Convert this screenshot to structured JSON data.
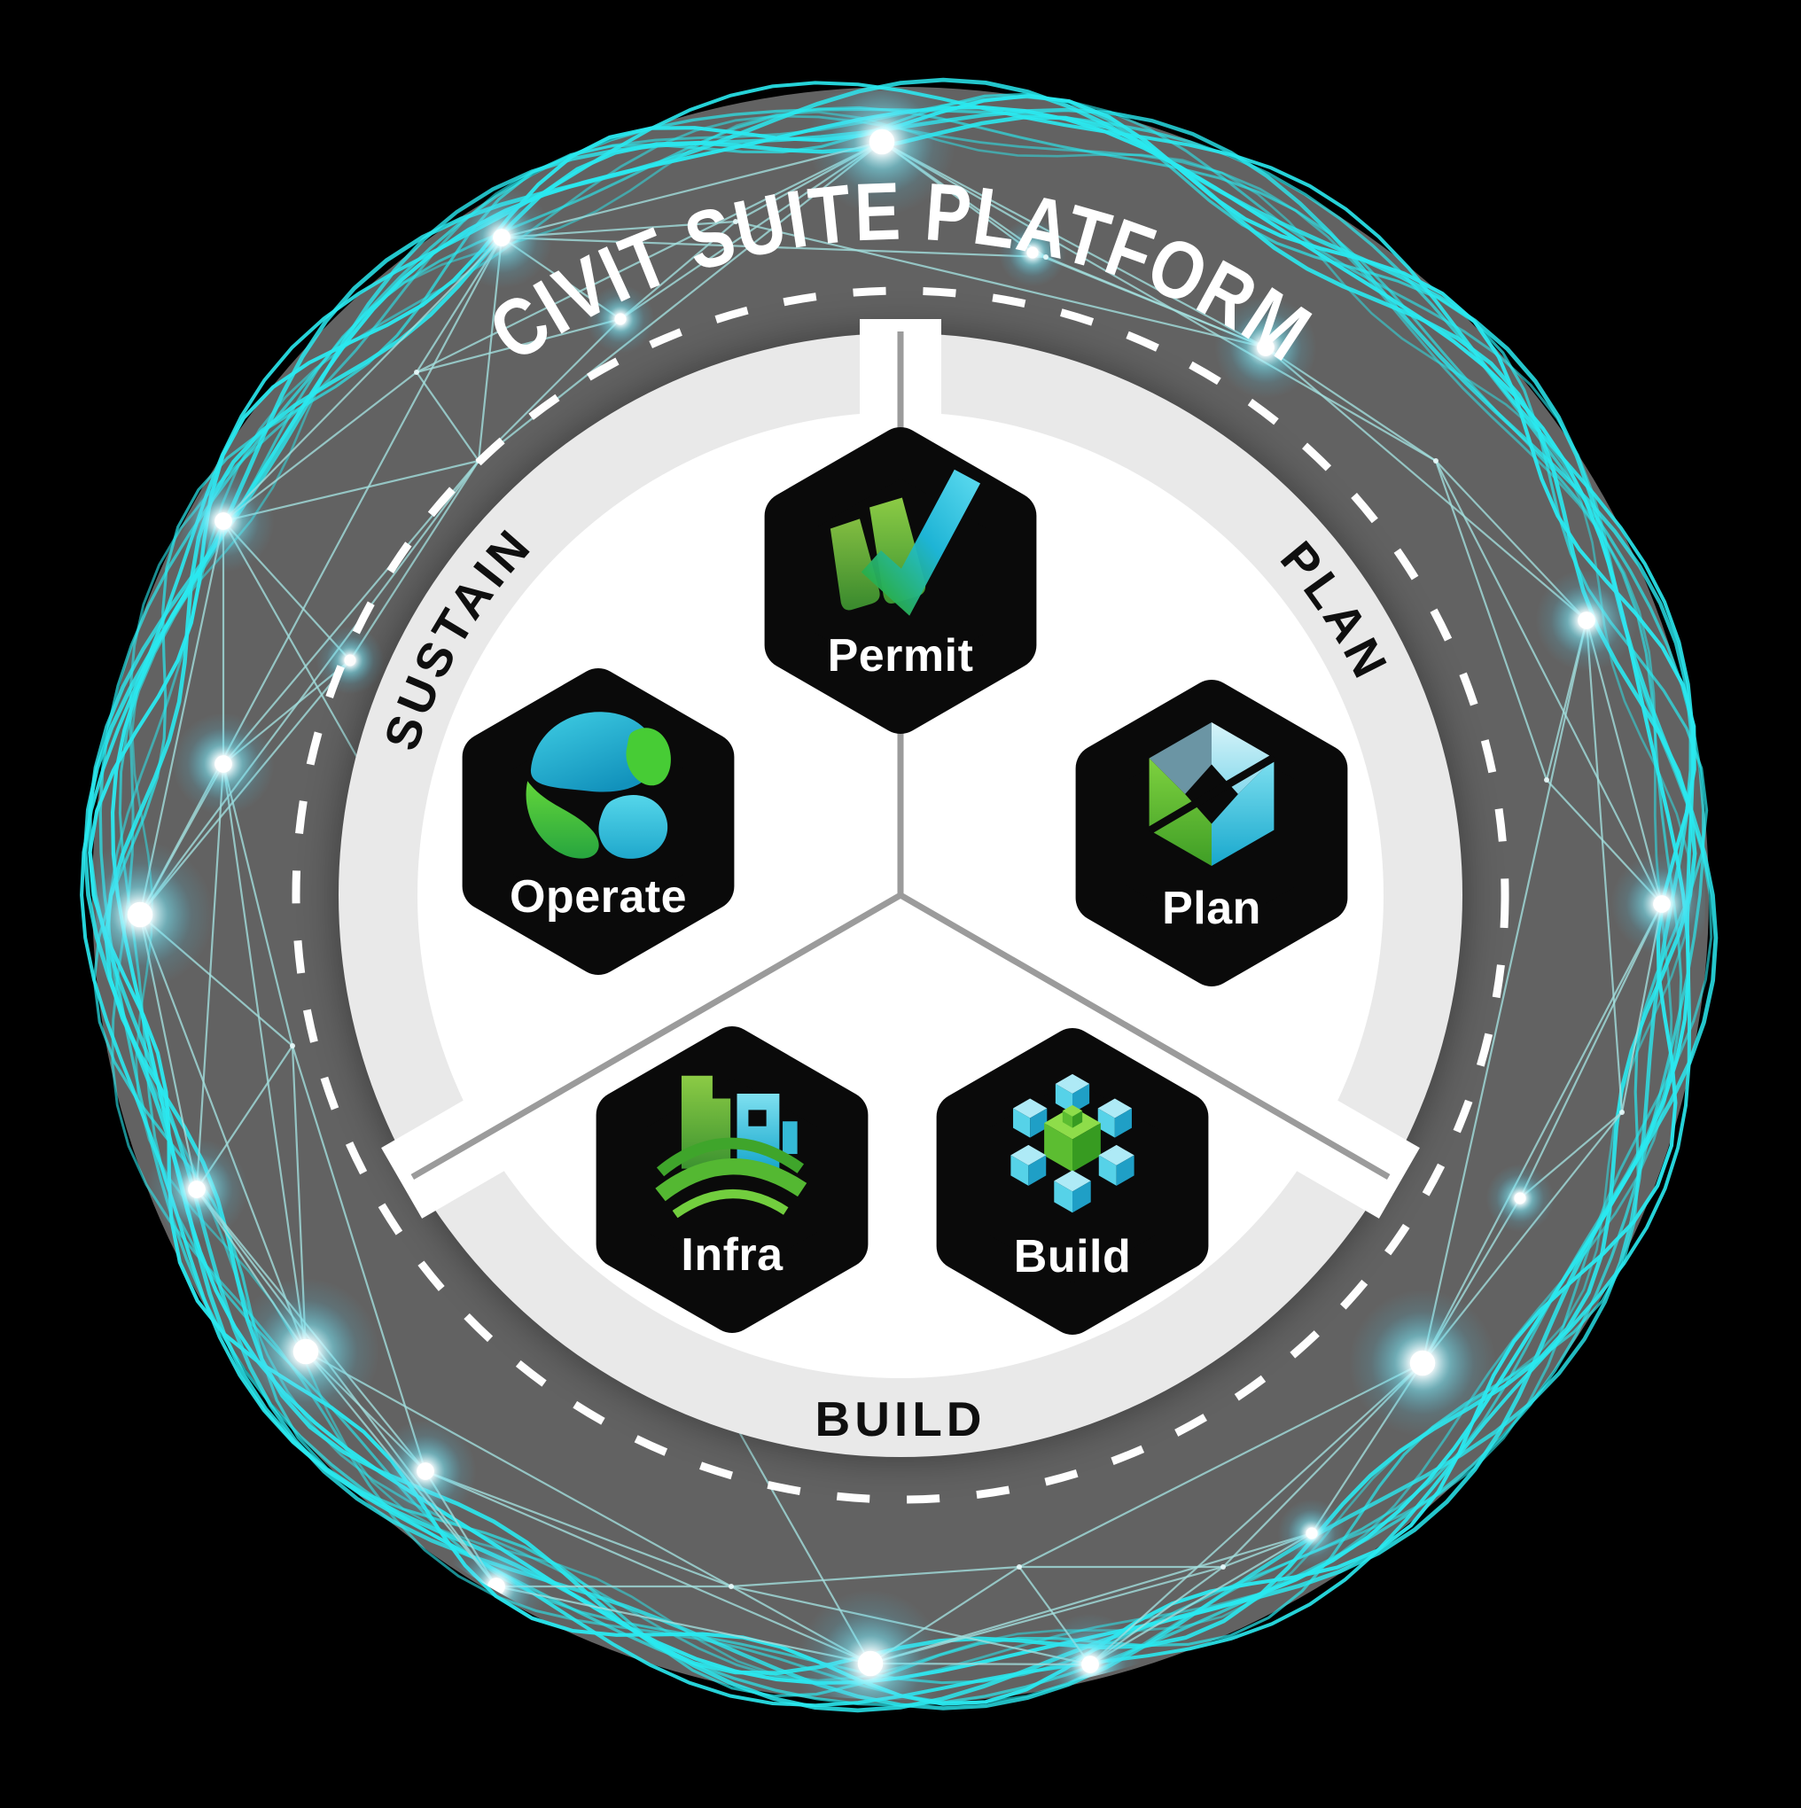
{
  "title": "CIVIT SUITE PLATFORM",
  "phases": {
    "sustain": {
      "label": "SUSTAIN"
    },
    "plan": {
      "label": "PLAN"
    },
    "build": {
      "label": "BUILD"
    }
  },
  "modules": [
    {
      "label": "Permit",
      "icon": "permit-check-icon"
    },
    {
      "label": "Plan",
      "icon": "plan-cube-icon"
    },
    {
      "label": "Operate",
      "icon": "operate-sphere-icon"
    },
    {
      "label": "Infra",
      "icon": "infra-city-icon"
    },
    {
      "label": "Build",
      "icon": "build-cubes-icon"
    }
  ],
  "colors": {
    "background": "#000000",
    "outer_ring_gray": "#626262",
    "inner_band_gray": "#e9e9e9",
    "inner_disc": "#ffffff",
    "tile_black": "#0a0a0a",
    "mesh_line": "#a3dedd",
    "orbit_cyan": "#2ae9f0",
    "brand_green": "#4cb52e",
    "brand_cyan": "#2cc5e6",
    "ring_label_color": "#0f0f0f",
    "title_color": "#ffffff",
    "divider_gray": "#9b9b9b"
  }
}
